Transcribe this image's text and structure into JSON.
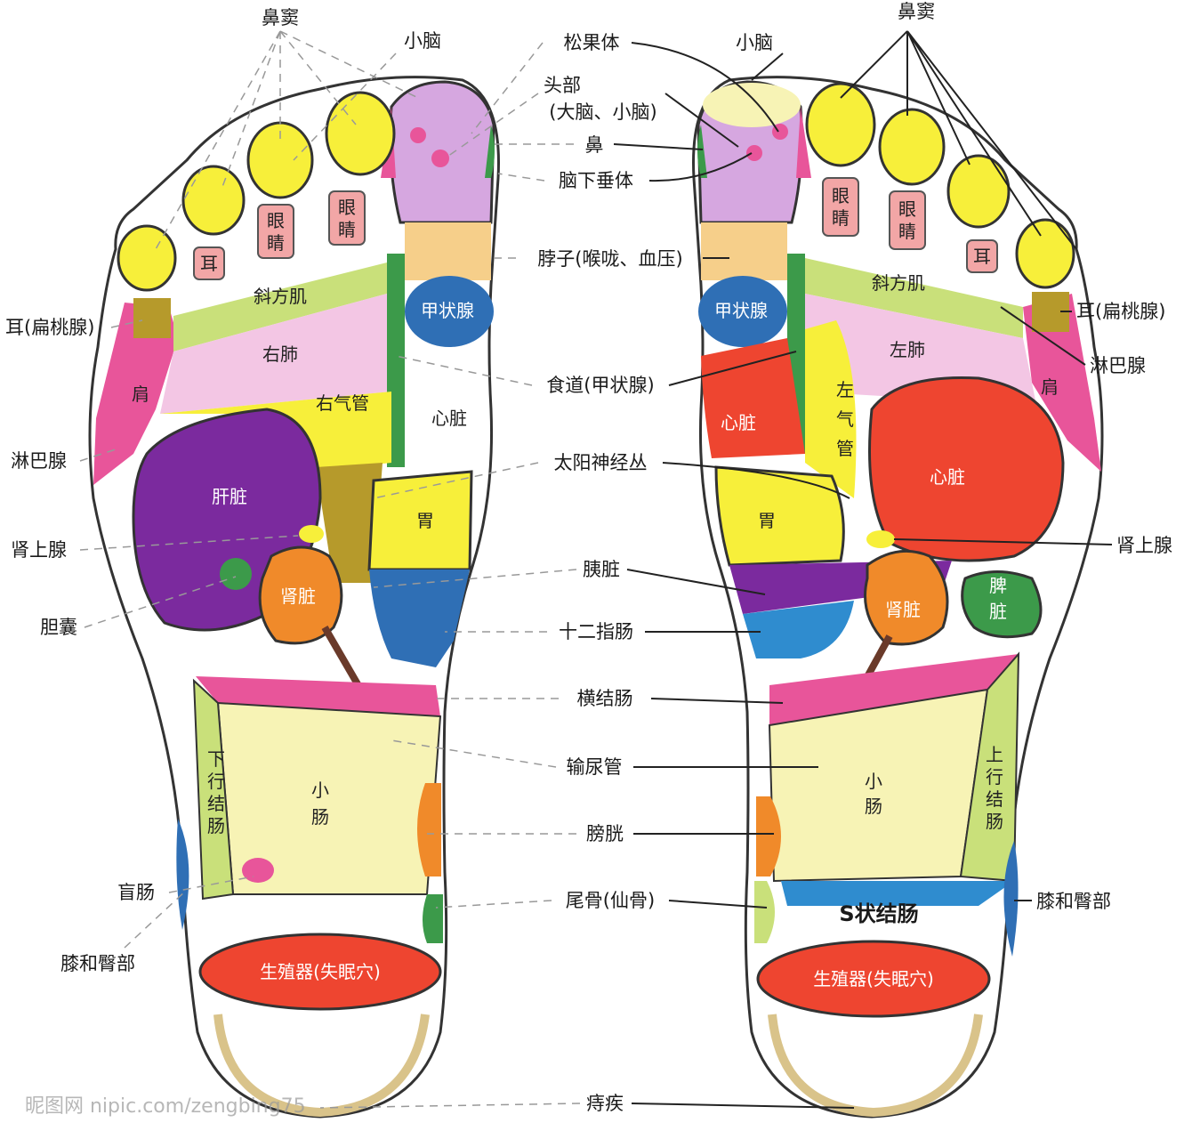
{
  "labels": {
    "sinus": "鼻窦",
    "cerebellum": "小脑",
    "pineal": "松果体",
    "head": "头部",
    "head_sub": "(大脑、小脑)",
    "nose": "鼻",
    "pituitary": "脑下垂体",
    "neck": "脖子(喉咙、血压)",
    "esophagus": "食道(甲状腺)",
    "solar_plexus": "太阳神经丛",
    "pancreas": "胰脏",
    "duodenum": "十二指肠",
    "transverse_colon": "横结肠",
    "ureter": "输尿管",
    "bladder": "膀胱",
    "coccyx": "尾骨(仙骨)",
    "hemorrhoids": "痔疾",
    "ear_tonsil": "耳(扁桃腺)",
    "lymph": "淋巴腺",
    "adrenal": "肾上腺",
    "gallbladder": "胆囊",
    "cecum": "盲肠",
    "knee_hip": "膝和臀部"
  },
  "regions": {
    "eye": "眼睛",
    "ear": "耳",
    "trapezius": "斜方肌",
    "right_lung": "右肺",
    "left_lung": "左肺",
    "shoulder": "肩",
    "right_bronchus": "右气管",
    "left_bronchus_1": "左",
    "left_bronchus_2": "气",
    "left_bronchus_3": "管",
    "heart": "心脏",
    "thyroid": "甲状腺",
    "liver": "肝脏",
    "stomach": "胃",
    "kidney": "肾脏",
    "spleen_1": "脾",
    "spleen_2": "脏",
    "small_int_1": "小",
    "small_int_2": "肠",
    "desc_colon": [
      "下",
      "行",
      "结",
      "肠"
    ],
    "asc_colon": [
      "上",
      "行",
      "结",
      "肠"
    ],
    "s_colon": "S状结肠",
    "reproductive": "生殖器(失眠穴)"
  },
  "watermark": "昵图网 nipic.com/zengbing75",
  "colors": {
    "yellow": "#f7ef3a",
    "pink": "#e8559a",
    "light_pink": "#f3c6e4",
    "purple": "#7b2a9e",
    "lavender": "#d6a7e0",
    "green": "#3c9a4a",
    "blue": "#2f6fb5",
    "orange": "#f08a2a",
    "red": "#ee4530",
    "olive": "#b69a2b",
    "light_green": "#c9e07a",
    "cream": "#f7f3b5"
  }
}
